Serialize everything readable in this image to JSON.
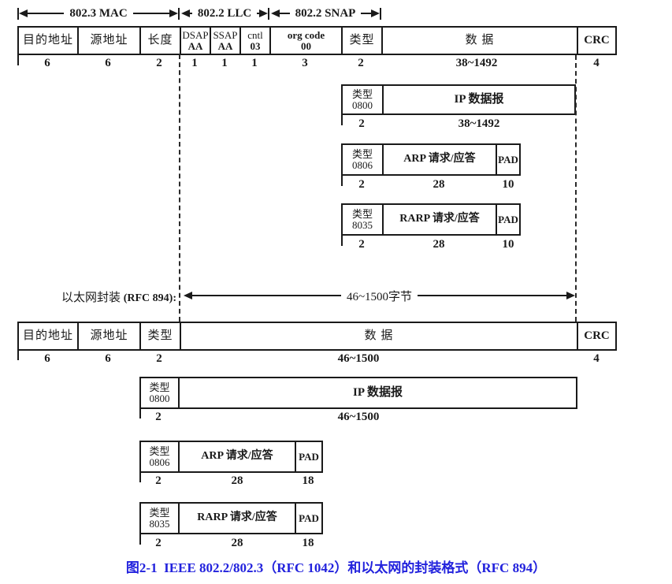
{
  "header_arrows": {
    "mac": "802.3 MAC",
    "llc": "802.2 LLC",
    "snap": "802.2 SNAP"
  },
  "ieee_frame": {
    "fields": [
      {
        "label": "目的地址",
        "size": "6"
      },
      {
        "label": "源地址",
        "size": "6"
      },
      {
        "label": "长度",
        "size": "2"
      },
      {
        "label": "DSAP",
        "value": "AA",
        "size": "1"
      },
      {
        "label": "SSAP",
        "value": "AA",
        "size": "1"
      },
      {
        "label": "cntl",
        "value": "03",
        "size": "1"
      },
      {
        "label": "org code",
        "value": "00",
        "size": "3"
      },
      {
        "label": "类型",
        "size": "2"
      },
      {
        "label": "数  据",
        "size": "38~1492"
      },
      {
        "label": "CRC",
        "size": "4"
      }
    ]
  },
  "ieee_sub_rows": [
    {
      "type_label": "类型",
      "type_value": "0800",
      "type_size": "2",
      "payload_label": "IP 数据报",
      "payload_size": "38~1492"
    },
    {
      "type_label": "类型",
      "type_value": "0806",
      "type_size": "2",
      "payload_label": "ARP 请求/应答",
      "payload_size": "28",
      "pad_label": "PAD",
      "pad_size": "10"
    },
    {
      "type_label": "类型",
      "type_value": "8035",
      "type_size": "2",
      "payload_label": "RARP 请求/应答",
      "payload_size": "28",
      "pad_label": "PAD",
      "pad_size": "10"
    }
  ],
  "ethernet_section": {
    "label": "以太网封装 ",
    "label_rfc": "(RFC 894):",
    "span_label": "46~1500字节"
  },
  "ethernet_frame": {
    "fields": [
      {
        "label": "目的地址",
        "size": "6"
      },
      {
        "label": "源地址",
        "size": "6"
      },
      {
        "label": "类型",
        "size": "2"
      },
      {
        "label": "数  据",
        "size": "46~1500"
      },
      {
        "label": "CRC",
        "size": "4"
      }
    ]
  },
  "ethernet_sub_rows": [
    {
      "type_label": "类型",
      "type_value": "0800",
      "type_size": "2",
      "payload_label": "IP 数据报",
      "payload_size": "46~1500"
    },
    {
      "type_label": "类型",
      "type_value": "0806",
      "type_size": "2",
      "payload_label": "ARP 请求/应答",
      "payload_size": "28",
      "pad_label": "PAD",
      "pad_size": "18"
    },
    {
      "type_label": "类型",
      "type_value": "8035",
      "type_size": "2",
      "payload_label": "RARP 请求/应答",
      "payload_size": "28",
      "pad_label": "PAD",
      "pad_size": "18"
    }
  ],
  "caption": "图2-1  IEEE 802.2/802.3（RFC 1042）和以太网的封装格式（RFC 894）",
  "colors": {
    "ink": "#1a1a1a",
    "caption_blue": "#2222dd",
    "background": "#ffffff"
  }
}
